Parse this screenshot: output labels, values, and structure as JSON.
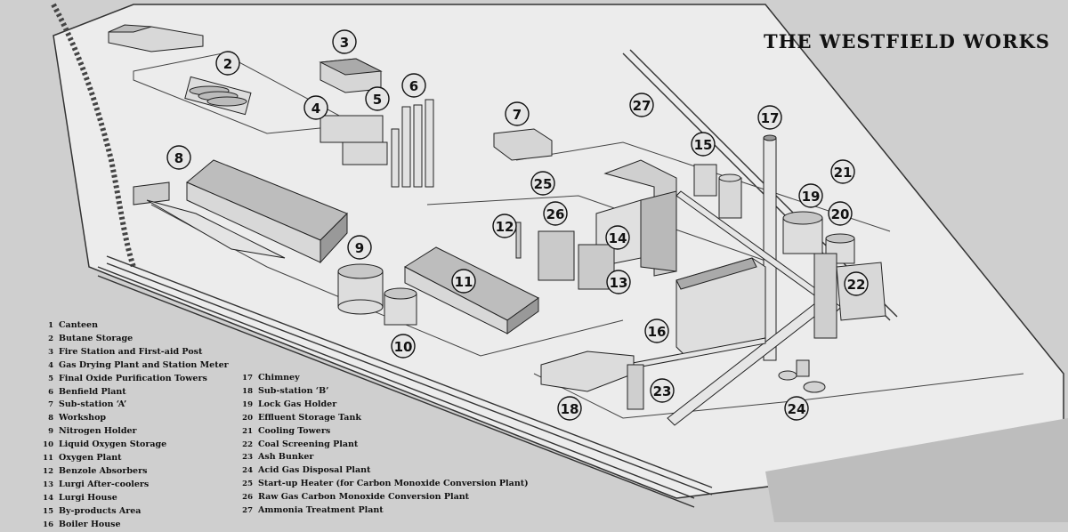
{
  "title": "THE WESTFIELD WORKS",
  "legend": [
    {
      "num": "1",
      "label": "Canteen"
    },
    {
      "num": "2",
      "label": "Butane Storage"
    },
    {
      "num": "3",
      "label": "Fire Station and First-aid Post"
    },
    {
      "num": "4",
      "label": "Gas Drying Plant and Station Meter"
    },
    {
      "num": "5",
      "label": "Final Oxide Purification Towers"
    },
    {
      "num": "6",
      "label": "Benfield Plant"
    },
    {
      "num": "7",
      "label": "Sub-station ‘A’"
    },
    {
      "num": "8",
      "label": "Workshop"
    },
    {
      "num": "9",
      "label": "Nitrogen Holder"
    },
    {
      "num": "10",
      "label": "Liquid Oxygen Storage"
    },
    {
      "num": "11",
      "label": "Oxygen Plant"
    },
    {
      "num": "12",
      "label": "Benzole Absorbers"
    },
    {
      "num": "13",
      "label": "Lurgi After-coolers"
    },
    {
      "num": "14",
      "label": "Lurgi House"
    },
    {
      "num": "15",
      "label": "By-products Area"
    },
    {
      "num": "16",
      "label": "Boiler House"
    },
    {
      "num": "17",
      "label": "Chimney"
    },
    {
      "num": "18",
      "label": "Sub-station ‘B’"
    },
    {
      "num": "19",
      "label": "Lock Gas Holder"
    },
    {
      "num": "20",
      "label": "Effluent Storage Tank"
    },
    {
      "num": "21",
      "label": "Cooling Towers"
    },
    {
      "num": "22",
      "label": "Coal Screening Plant"
    },
    {
      "num": "23",
      "label": "Ash Bunker"
    },
    {
      "num": "24",
      "label": "Acid Gas Disposal Plant"
    },
    {
      "num": "25",
      "label": "Start-up Heater (for Carbon Monoxide Conversion Plant)"
    },
    {
      "num": "26",
      "label": "Raw Gas Carbon Monoxide Conversion Plant"
    },
    {
      "num": "27",
      "label": "Ammonia Treatment Plant"
    }
  ],
  "callout_numbers": [
    "2",
    "3",
    "4",
    "5",
    "6",
    "7",
    "8",
    "9",
    "10",
    "11",
    "12",
    "13",
    "14",
    "15",
    "16",
    "17",
    "18",
    "19",
    "20",
    "21",
    "22",
    "23",
    "24",
    "25",
    "26",
    "27"
  ],
  "colors": {
    "paper": "#cfcfcf",
    "site": "#ececec",
    "ink": "#111111"
  }
}
